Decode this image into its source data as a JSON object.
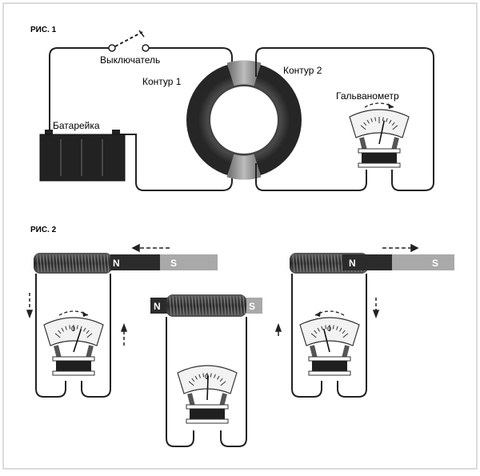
{
  "figure1": {
    "label": "РИС. 1",
    "switch_label": "Выключатель",
    "battery_label": "Батарейка",
    "circuit1_label": "Контур 1",
    "circuit2_label": "Контур 2",
    "galvanometer_label": "Гальванометр"
  },
  "figure2": {
    "label": "РИС. 2",
    "left_magnet": {
      "north": "N",
      "south": "S"
    },
    "center_magnet": {
      "north": "N",
      "south": "S"
    },
    "right_magnet": {
      "north": "N",
      "south": "S"
    },
    "meter_zero": "0"
  },
  "colors": {
    "wire": "#222222",
    "magnet_north": "#2b2b2b",
    "magnet_south": "#a9a9a9",
    "ring_dark": "#3c3c3c",
    "ring_band": "#9a9a9a"
  }
}
